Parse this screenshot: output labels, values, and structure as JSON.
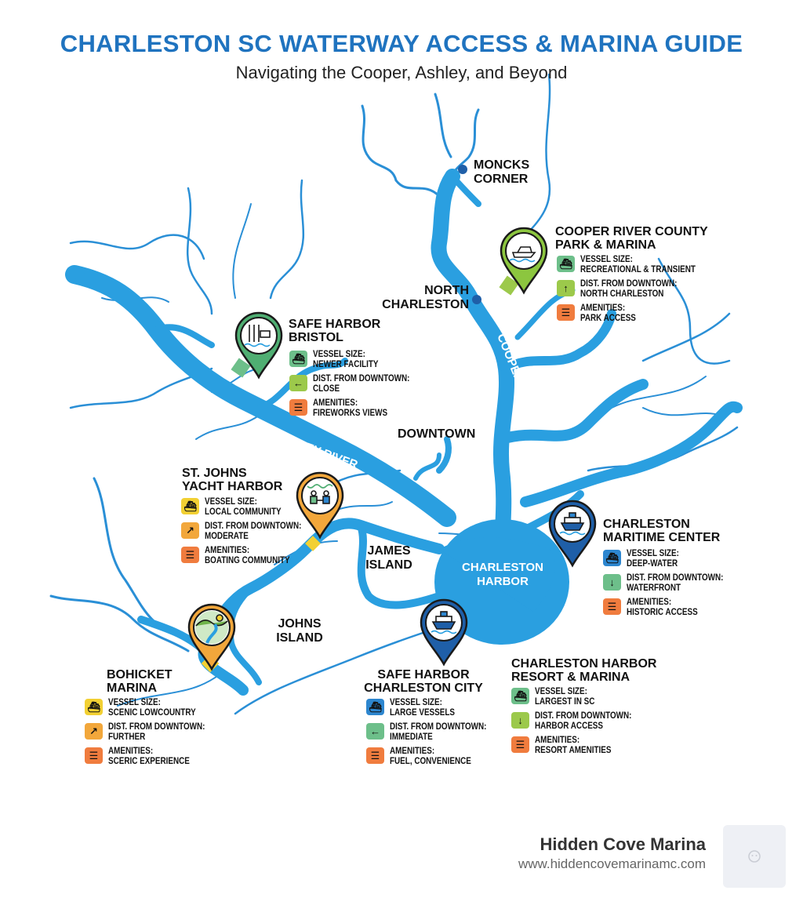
{
  "header": {
    "title": "CHARLESTON SC WATERWAY ACCESS & MARINA GUIDE",
    "subtitle": "Navigating the Cooper, Ashley, and Beyond"
  },
  "places": {
    "moncks_corner": [
      "MONCKS",
      "CORNER"
    ],
    "north_charleston": [
      "NORTH",
      "CHARLESTON"
    ],
    "downtown": "DOWNTOWN",
    "james_island": [
      "JAMES",
      "ISLAND"
    ],
    "johns_island": [
      "JOHNS",
      "ISLAND"
    ],
    "charleston_harbor": [
      "CHARLESTON",
      "HARBOR"
    ],
    "ashley_river": "ASHLEY RIVER",
    "cooper_river": "COOPER RIVER"
  },
  "marinas": [
    {
      "id": "cooper-river-county-park",
      "title": [
        "COOPER RIVER COUNTY",
        "PARK & MARINA"
      ],
      "pin_color": "#8cc63f",
      "rows": [
        {
          "icon": "boat-icon",
          "color": "#6dbf8a",
          "lines": [
            "VESSEL SIZE:",
            "RECREATIONAL & TRANSIENT"
          ]
        },
        {
          "icon": "arrow-up-icon",
          "color": "#9cc94b",
          "lines": [
            "DIST. FROM DOWNTOWN:",
            "NORTH CHARLESTON"
          ]
        },
        {
          "icon": "list-icon",
          "color": "#f07c3e",
          "lines": [
            "AMENITIES:",
            "PARK ACCESS"
          ]
        }
      ]
    },
    {
      "id": "safe-harbor-bristol",
      "title": [
        "SAFE HARBOR",
        "BRISTOL"
      ],
      "pin_color": "#4fae72",
      "rows": [
        {
          "icon": "boat-icon",
          "color": "#6dbf8a",
          "lines": [
            "VESSEL SIZE:",
            "NEWER FACILITY"
          ]
        },
        {
          "icon": "arrow-left-icon",
          "color": "#9cc94b",
          "lines": [
            "DIST. FROM DOWNTOWN:",
            "CLOSE"
          ]
        },
        {
          "icon": "list-icon",
          "color": "#f07c3e",
          "lines": [
            "AMENITIES:",
            "FIREWORKS VIEWS"
          ]
        }
      ]
    },
    {
      "id": "st-johns-yacht-harbor",
      "title": [
        "ST. JOHNS",
        "YACHT HARBOR"
      ],
      "pin_color": "#f2a73b",
      "rows": [
        {
          "icon": "boat-icon",
          "color": "#f2d033",
          "lines": [
            "VESSEL SIZE:",
            "LOCAL COMMUNITY"
          ]
        },
        {
          "icon": "arrow-up-right-icon",
          "color": "#f2a73b",
          "lines": [
            "DIST. FROM DOWNTOWN:",
            "MODERATE"
          ]
        },
        {
          "icon": "list-icon",
          "color": "#f07c3e",
          "lines": [
            "AMENITIES:",
            "BOATING COMMUNITY"
          ]
        }
      ]
    },
    {
      "id": "charleston-maritime-center",
      "title": [
        "CHARLESTON",
        "MARITIME CENTER"
      ],
      "pin_color": "#1f5fa8",
      "rows": [
        {
          "icon": "boat-icon",
          "color": "#2d86cf",
          "lines": [
            "VESSEL SIZE:",
            "DEEP-WATER"
          ]
        },
        {
          "icon": "arrow-down-icon",
          "color": "#6dbf8a",
          "lines": [
            "DIST. FROM DOWNTOWN:",
            "WATERFRONT"
          ]
        },
        {
          "icon": "list-icon",
          "color": "#f07c3e",
          "lines": [
            "AMENITIES:",
            "HISTORIC ACCESS"
          ]
        }
      ]
    },
    {
      "id": "bohicket-marina",
      "title": [
        "BOHICKET",
        "MARINA"
      ],
      "pin_color": "#f2a73b",
      "rows": [
        {
          "icon": "boat-icon",
          "color": "#f2d033",
          "lines": [
            "VESSEL SIZE:",
            "SCENIC LOWCOUNTRY"
          ]
        },
        {
          "icon": "arrow-up-right-icon",
          "color": "#f2a73b",
          "lines": [
            "DIST. FROM DOWNTOWN:",
            "FURTHER"
          ]
        },
        {
          "icon": "list-icon",
          "color": "#f07c3e",
          "lines": [
            "AMENITIES:",
            "SCERIC EXPERIENCE"
          ]
        }
      ]
    },
    {
      "id": "safe-harbor-charleston-city",
      "title": [
        "SAFE HARBOR",
        "CHARLESTON CITY"
      ],
      "pin_color": "#1f5fa8",
      "rows": [
        {
          "icon": "boat-icon",
          "color": "#2d86cf",
          "lines": [
            "VESSEL SIZE:",
            "LARGE VESSELS"
          ]
        },
        {
          "icon": "arrow-left-icon",
          "color": "#6dbf8a",
          "lines": [
            "DIST. FROM DOWNTOWN:",
            "IMMEDIATE"
          ]
        },
        {
          "icon": "list-icon",
          "color": "#f07c3e",
          "lines": [
            "AMENITIES:",
            "FUEL, CONVENIENCE"
          ]
        }
      ]
    },
    {
      "id": "charleston-harbor-resort",
      "title": [
        "CHARLESTON HARBOR",
        "RESORT & MARINA"
      ],
      "pin_color": "",
      "rows": [
        {
          "icon": "boat-icon",
          "color": "#6dbf8a",
          "lines": [
            "VESSEL SIZE:",
            "LARGEST IN SC"
          ]
        },
        {
          "icon": "arrow-down-icon",
          "color": "#9cc94b",
          "lines": [
            "DIST. FROM DOWNTOWN:",
            "HARBOR ACCESS"
          ]
        },
        {
          "icon": "list-icon",
          "color": "#f07c3e",
          "lines": [
            "AMENITIES:",
            "RESORT AMENITIES"
          ]
        }
      ]
    }
  ],
  "footer": {
    "brand": "Hidden Cove Marina",
    "url": "www.hiddencovemarinamc.com"
  },
  "colors": {
    "water": "#2a9fe0",
    "creek": "#2a8fd6",
    "title": "#1f73bf"
  }
}
